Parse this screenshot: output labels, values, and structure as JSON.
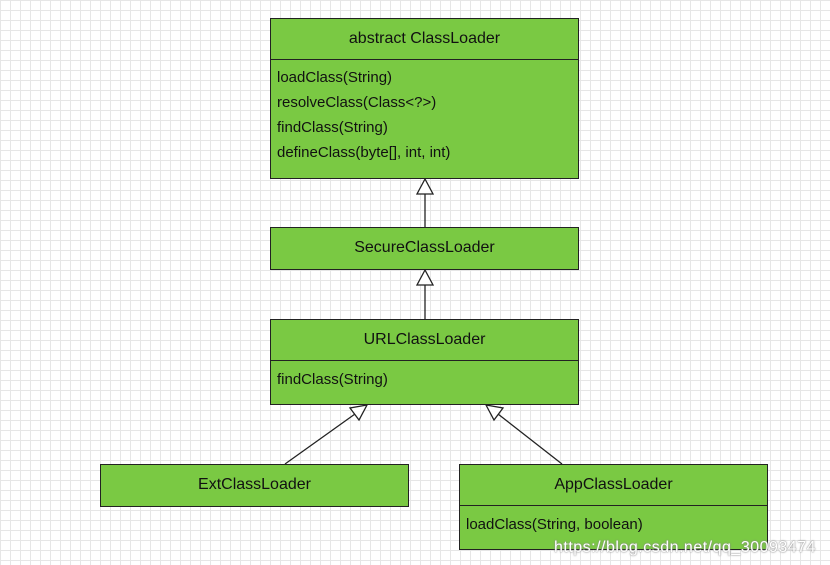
{
  "diagram": {
    "fill_color": "#7ac943",
    "stroke_color": "#222222",
    "classes": [
      {
        "name": "abstract ClassLoader",
        "methods": [
          "loadClass(String)",
          "resolveClass(Class<?>)",
          "findClass(String)",
          "defineClass(byte[], int, int)"
        ]
      },
      {
        "name": "SecureClassLoader",
        "methods": []
      },
      {
        "name": "URLClassLoader",
        "methods": [
          "findClass(String)"
        ]
      },
      {
        "name": "ExtClassLoader",
        "methods": []
      },
      {
        "name": "AppClassLoader",
        "methods": [
          "loadClass(String, boolean)"
        ]
      }
    ]
  },
  "watermark": {
    "text": "https://blog.csdn.net/qq_30093474"
  }
}
